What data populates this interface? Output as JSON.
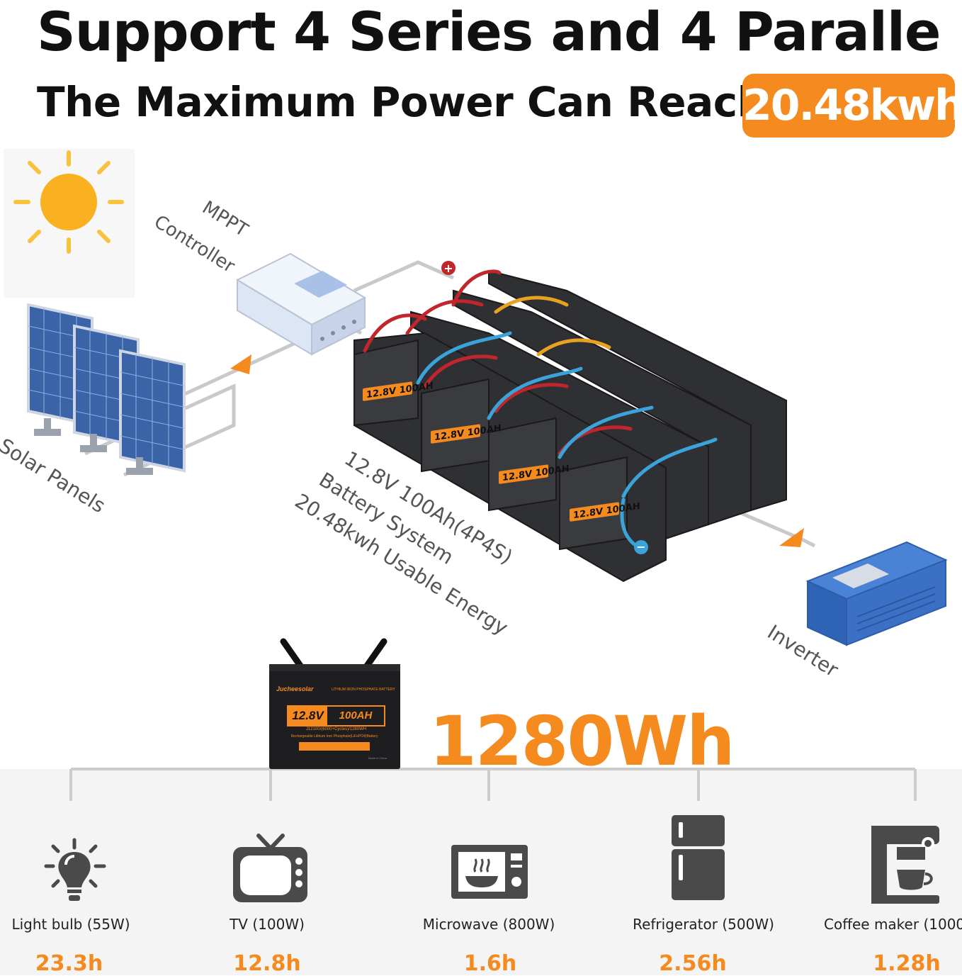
{
  "header": {
    "title": "Support 4 Series and 4 Paralle",
    "subtitle": "The Maximum Power Can Reach",
    "highlight": "20.48kwh"
  },
  "diagram": {
    "mppt_label": "MPPT Controller",
    "solar_label": "Solar Panels",
    "inverter_label": "Inverter",
    "system_line1": "12.8V 100Ah(4P4S)",
    "system_line2": "Battery System",
    "system_line3": "20.48kwh Usable Energy",
    "battery_face_voltage": "12.8V",
    "battery_face_capacity": "100AH",
    "colors": {
      "positive_wire": "#c0262c",
      "negative_wire": "#3aa3d9",
      "accent": "#f58a1f"
    }
  },
  "product": {
    "brand": "Jucheesolar",
    "type": "LITHIUM IRON PHOSPHATE BATTERY",
    "voltage": "12.8V",
    "capacity": "100AH",
    "model_line": "J12100/(6000+Cycles)/1280WH",
    "desc_line": "Rechargeable Lithium Iron Phosphate(LiFePO4)Battery",
    "made_in": "Made in China",
    "energy": "1280Wh"
  },
  "appliances": [
    {
      "icon": "light-bulb-icon",
      "label": "Light bulb (55W)",
      "hours": "23.3h"
    },
    {
      "icon": "tv-icon",
      "label": "TV (100W)",
      "hours": "12.8h"
    },
    {
      "icon": "microwave-icon",
      "label": "Microwave (800W)",
      "hours": "1.6h"
    },
    {
      "icon": "refrigerator-icon",
      "label": "Refrigerator (500W)",
      "hours": "2.56h"
    },
    {
      "icon": "coffee-maker-icon",
      "label": "Coffee maker (1000",
      "hours": "1.28h"
    }
  ]
}
